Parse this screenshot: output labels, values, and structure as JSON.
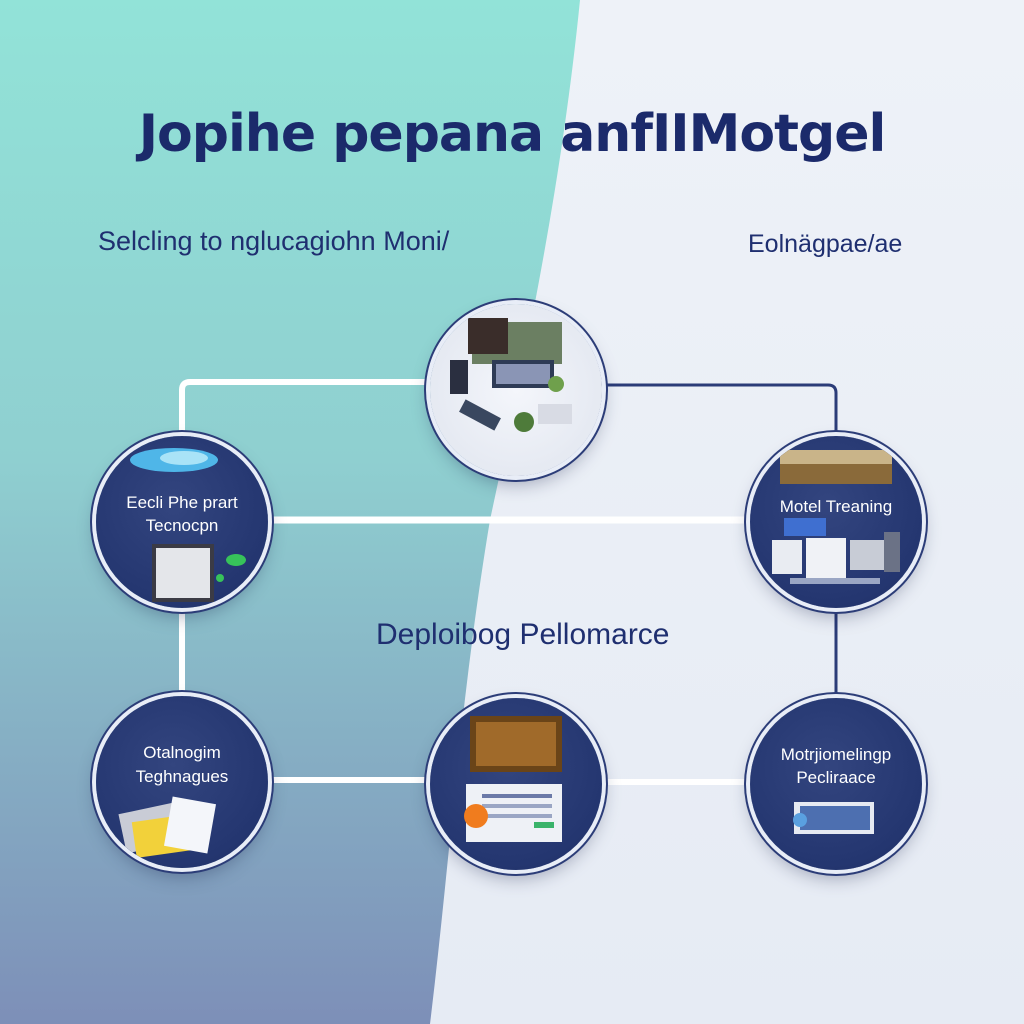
{
  "title": "Jopihe pepana anfIIMotgel",
  "subtitle_left": "Selcling to nglucagiohn Moni/",
  "subtitle_right": "Eolnägpae/ae",
  "center_label": "Deploibog Pellomarce",
  "nodes": {
    "left_top": {
      "line1": "Eecli Phe  prart",
      "line2": "Tecnocpn"
    },
    "right_top": {
      "line1": "Motel Treaning"
    },
    "left_bottom": {
      "line1": "Otalnogim",
      "line2": "Teghnagues"
    },
    "right_bottom": {
      "line1": "Motrjiomelingp",
      "line2": "Pecliraace"
    }
  },
  "colors": {
    "navy": "#1b2a6b",
    "node_fill": "#243670",
    "teal": "#92e0d6",
    "connector": "#ffffff"
  },
  "icons": {
    "hub": "workspace-collage-icon",
    "left_top": "device-and-tablet-icon",
    "right_top": "dashboard-screens-icon",
    "bottom_center": "report-documents-icon",
    "left_bottom": "papers-icon",
    "right_bottom": "monitor-panel-icon"
  }
}
